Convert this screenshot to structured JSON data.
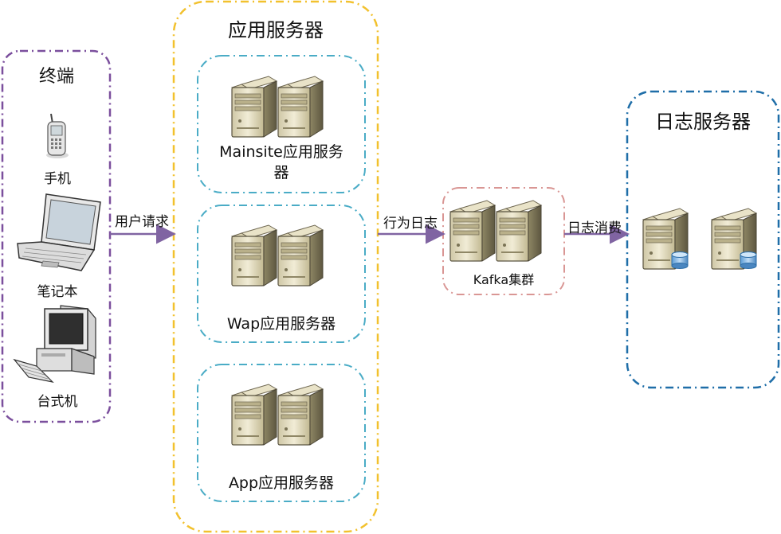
{
  "terminals": {
    "title": "终端",
    "devices": [
      {
        "label": "手机",
        "icon": "mobile-phone-icon"
      },
      {
        "label": "笔记本",
        "icon": "laptop-icon"
      },
      {
        "label": "台式机",
        "icon": "desktop-computer-icon"
      }
    ]
  },
  "app_servers": {
    "title": "应用服务器",
    "groups": [
      {
        "label_line1": "Mainsite应用服务",
        "label_line2": "器"
      },
      {
        "label": "Wap应用服务器"
      },
      {
        "label": "App应用服务器"
      }
    ]
  },
  "kafka": {
    "label": "Kafka集群"
  },
  "log_servers": {
    "title": "日志服务器"
  },
  "arrows": {
    "user_request": "用户请求",
    "behavior_log": "行为日志",
    "log_consume": "日志消费"
  },
  "colors": {
    "terminals_border": "#7b4f9d",
    "app_outer_border": "#f2c12e",
    "app_group_border": "#4aacc6",
    "kafka_border": "#d99694",
    "log_border": "#1f6ea8",
    "arrow": "#8064a2"
  }
}
